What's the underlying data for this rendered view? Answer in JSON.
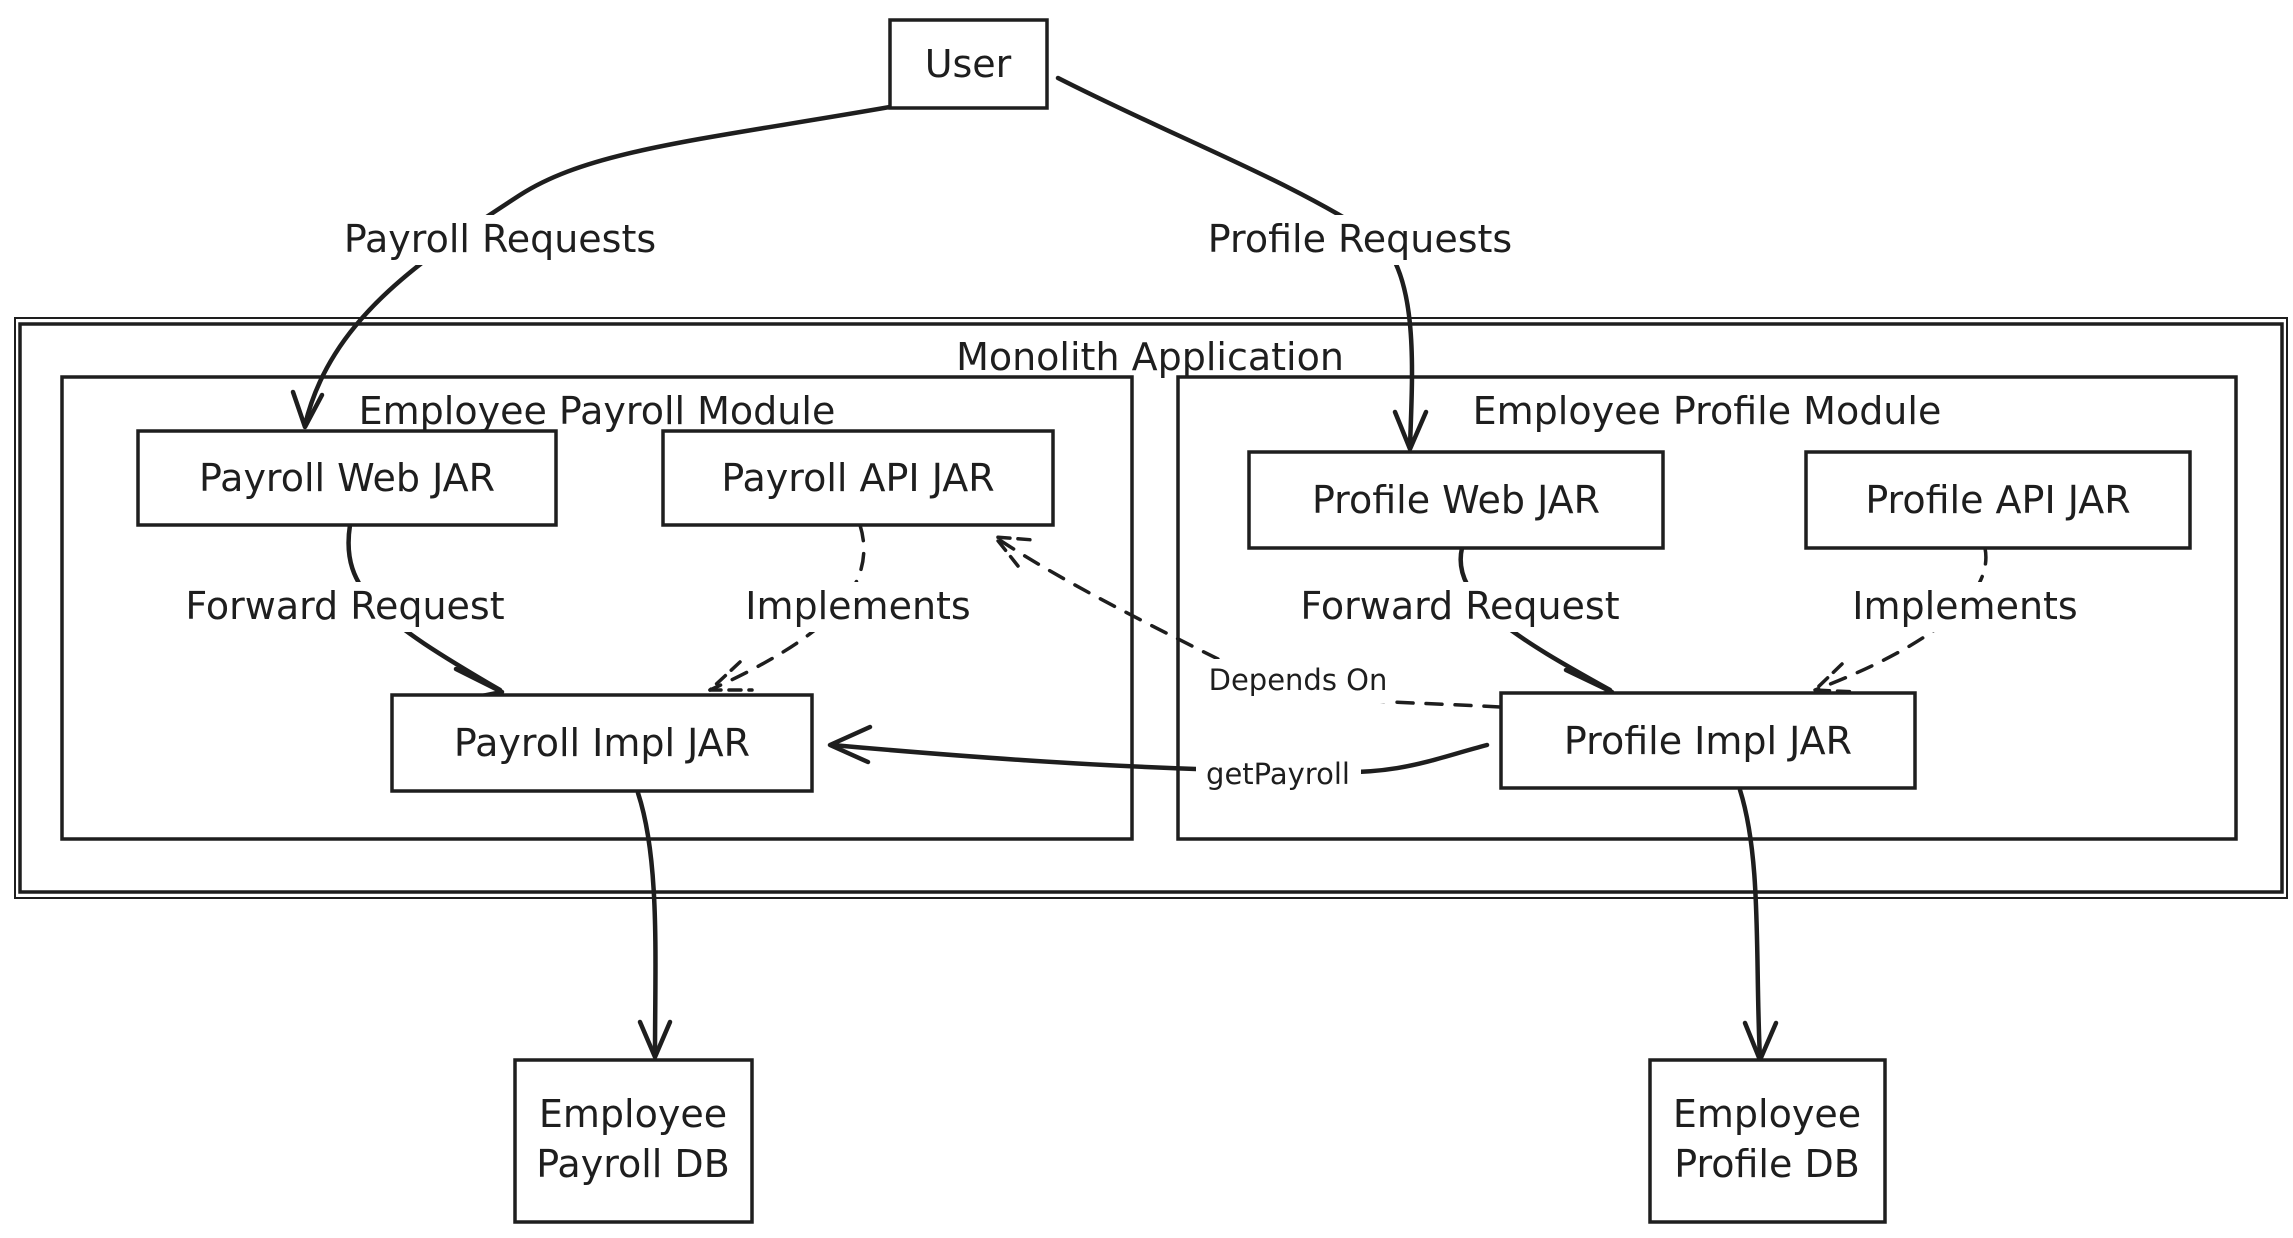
{
  "nodes": {
    "user": "User",
    "payroll_web": "Payroll Web JAR",
    "payroll_api": "Payroll API JAR",
    "payroll_impl": "Payroll Impl JAR",
    "profile_web": "Profile Web JAR",
    "profile_api": "Profile API JAR",
    "profile_impl": "Profile Impl JAR",
    "payroll_db": [
      "Employee",
      "Payroll DB"
    ],
    "profile_db": [
      "Employee",
      "Profile DB"
    ]
  },
  "groups": {
    "monolith": "Monolith Application",
    "payroll_module": "Employee Payroll Module",
    "profile_module": "Employee Profile Module"
  },
  "edges": {
    "payroll_requests": "Payroll Requests",
    "profile_requests": "Profile Requests",
    "payroll_forward": "Forward Request",
    "payroll_implements": "Implements",
    "profile_forward": "Forward Request",
    "profile_implements": "Implements",
    "depends_on": "Depends On",
    "get_payroll": "getPayroll"
  }
}
